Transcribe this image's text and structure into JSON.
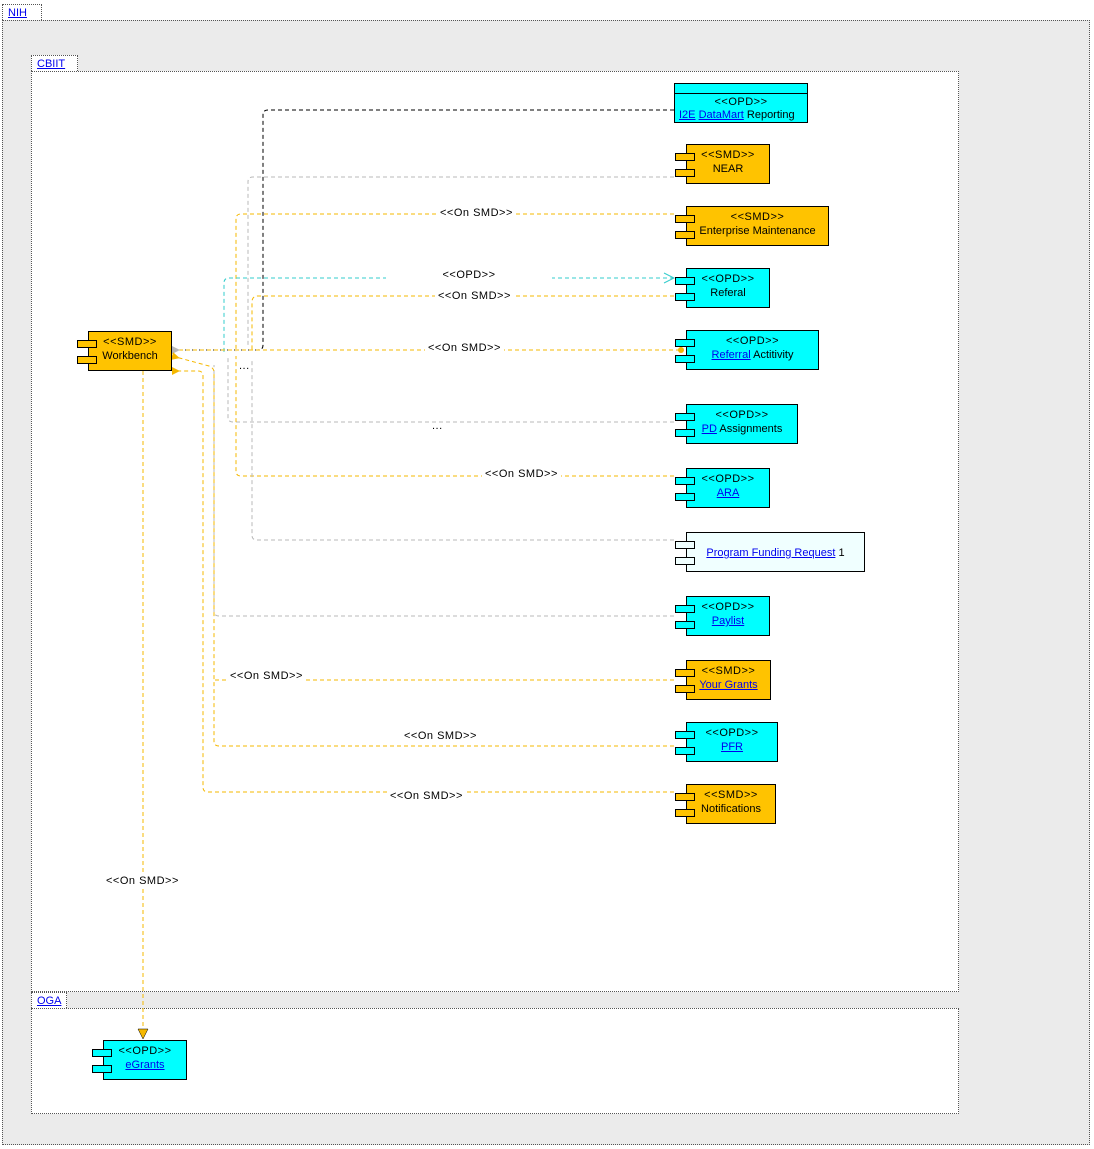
{
  "packages": {
    "nih": "NIH",
    "cbiit": "CBIIT",
    "oga": "OGA"
  },
  "components": {
    "i2e": {
      "stereotype": "<<OPD>>",
      "link1": "I2E",
      "link2": "DataMart",
      "text": " Reporting"
    },
    "near": {
      "stereotype": "<<SMD>>",
      "name": "NEAR"
    },
    "enterprise": {
      "stereotype": "<<SMD>>",
      "name": "Enterprise Maintenance"
    },
    "referal": {
      "stereotype": "<<OPD>>",
      "name": "Referal"
    },
    "referral_activity": {
      "stereotype": "<<OPD>>",
      "link": "Referral",
      "text": " Actitivity"
    },
    "pd_assignments": {
      "stereotype": "<<OPD>>",
      "link": "PD",
      "text": " Assignments"
    },
    "ara": {
      "stereotype": "<<OPD>>",
      "link": "ARA"
    },
    "pfr1": {
      "link": "Program Funding Request",
      "text": " 1"
    },
    "paylist": {
      "stereotype": "<<OPD>>",
      "link": "Paylist"
    },
    "your_grants": {
      "stereotype": "<<SMD>>",
      "link": "Your Grants"
    },
    "pfr": {
      "stereotype": "<<OPD>>",
      "link": "PFR"
    },
    "notifications": {
      "stereotype": "<<SMD>>",
      "name": "Notifications"
    },
    "workbench": {
      "stereotype": "<<SMD>>",
      "name": "Workbench"
    },
    "egrants": {
      "stereotype": "<<OPD>>",
      "link": "eGrants"
    }
  },
  "labels": {
    "on_smd_enterprise": "<<On SMD>>",
    "opd_referal": "<<OPD>>",
    "on_smd_referal": "<<On SMD>>",
    "on_smd_activity": "<<On SMD>>",
    "dots_1": "...",
    "dots_2": "...",
    "on_smd_ara": "<<On SMD>>",
    "on_smd_grants": "<<On SMD>>",
    "on_smd_pfr": "<<On SMD>>",
    "on_smd_notifications": "<<On SMD>>",
    "on_smd_egrants": "<<On SMD>>"
  },
  "colors": {
    "smd": "#ffc300",
    "opd": "#00ffff",
    "smd_line": "#f5b800",
    "grey_line": "#b8b8b8",
    "cyan_line": "#33cccc",
    "black_line": "#000000"
  }
}
